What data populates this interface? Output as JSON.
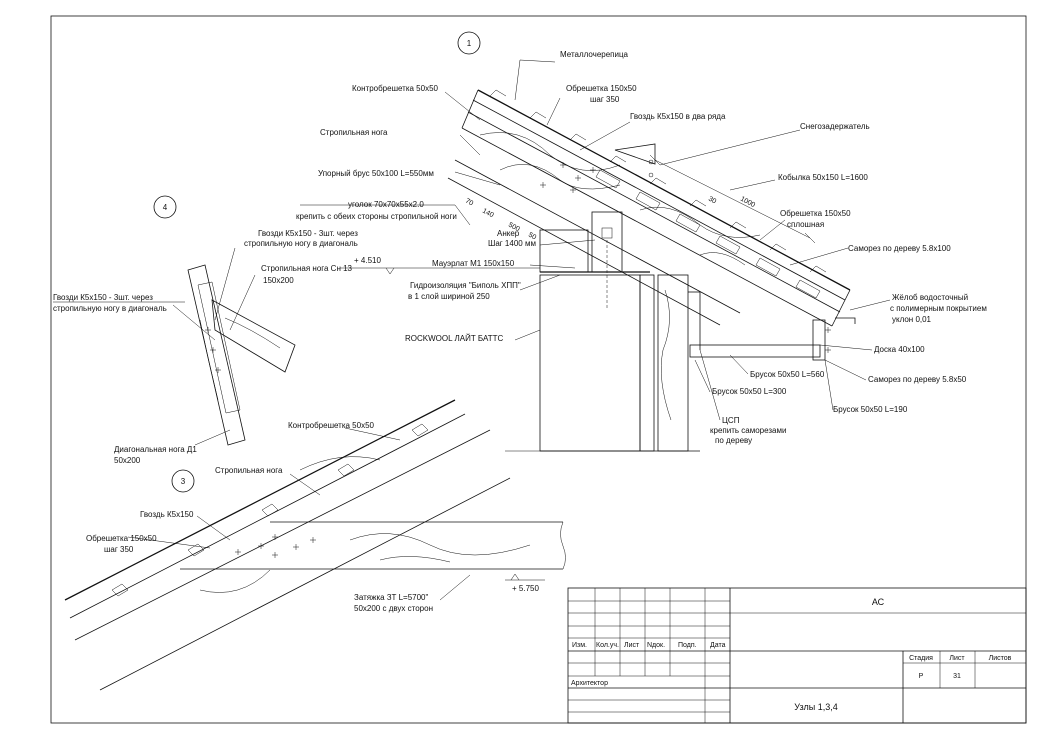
{
  "details": {
    "d1": {
      "marker": "1",
      "labels": {
        "metal_tile": "Металлочерепица",
        "counter_batten": "Контробрешетка 50х50",
        "batten": "Обрешетка 150х50",
        "batten_step": "шаг 350",
        "nails_two_rows": "Гвоздь К5х150 в два ряда",
        "rafter": "Стропильная нога",
        "snow_guard": "Снегозадержатель",
        "support_beam": "Упорный брус 50х100 L=550мм",
        "fascia_rafter": "Кобылка 50х150 L=1600",
        "angle": "уголок 70х70х55х2.0",
        "angle_note": "крепить с обеих стороны стропильной ноги",
        "solid_batten": "Обрешетка 150х50",
        "solid_batten_note": "сплошная",
        "anchor": "Анкер",
        "anchor_step": "Шаг 1400 мм",
        "screw_5_8x100": "Саморез по дереву  5.8х100",
        "mauerlat": "Мауэрлат М1 150х150",
        "level": "+ 4.510",
        "waterproof": "Гидроизоляция \"Биполь ХПП\"",
        "waterproof_note": "в 1 слой шириной 250",
        "gutter": "Жёлоб водосточный",
        "gutter_note1": "с полимерным покрытием",
        "gutter_note2": "уклон 0,01",
        "board": "Доска 40х100",
        "rockwool": "ROCKWOOL ЛАЙТ БАТТС",
        "bar_560": "Брусок 50х50 L=560",
        "screw_5_8x50": "Саморез по дереву  5.8х50",
        "bar_300": "Брусок 50х50 L=300",
        "bar_190": "Брусок 50х50 L=190",
        "csp": "ЦСП",
        "csp_note1": "крепить саморезами",
        "csp_note2": "по дереву"
      },
      "dims": [
        "30",
        "1000",
        "70",
        "140",
        "500",
        "50"
      ]
    },
    "d4": {
      "marker": "4",
      "labels": {
        "nails_diag_1": "Гвозди К5х150 - 3шт. через",
        "nails_diag_1b": "стропильную ногу в диагональ",
        "rafter_cn13": "Стропильная нога Сн 13",
        "rafter_cn13_size": "150х200",
        "nails_diag_2": "Гвозди К5х150 - 3шт. через",
        "nails_diag_2b": "стропильную ногу в диагональ",
        "diag_rafter": "Диагональная нога Д1",
        "diag_rafter_size": "50х200"
      }
    },
    "d3": {
      "marker": "3",
      "labels": {
        "counter_batten": "Контробрешетка 50х50",
        "rafter": "Стропильная нога",
        "nail": "Гвоздь К5х150",
        "batten": "Обрешетка 150х50",
        "batten_step": "шаг 350",
        "tie": "Затяжка ЗТ L=5700\"",
        "tie_note": "50х200 с двух сторон",
        "level": "+ 5.750"
      }
    }
  },
  "title_block": {
    "code": "АС",
    "headers": [
      "Изм.",
      "Кол.уч.",
      "Лист",
      "Nдок.",
      "Подп.",
      "Дата"
    ],
    "role": "Архитектор",
    "stage_header": "Стадия",
    "sheet_header": "Лист",
    "sheets_header": "Листов",
    "stage": "Р",
    "sheet": "31",
    "sheets": "",
    "title": "Узлы 1,3,4"
  }
}
